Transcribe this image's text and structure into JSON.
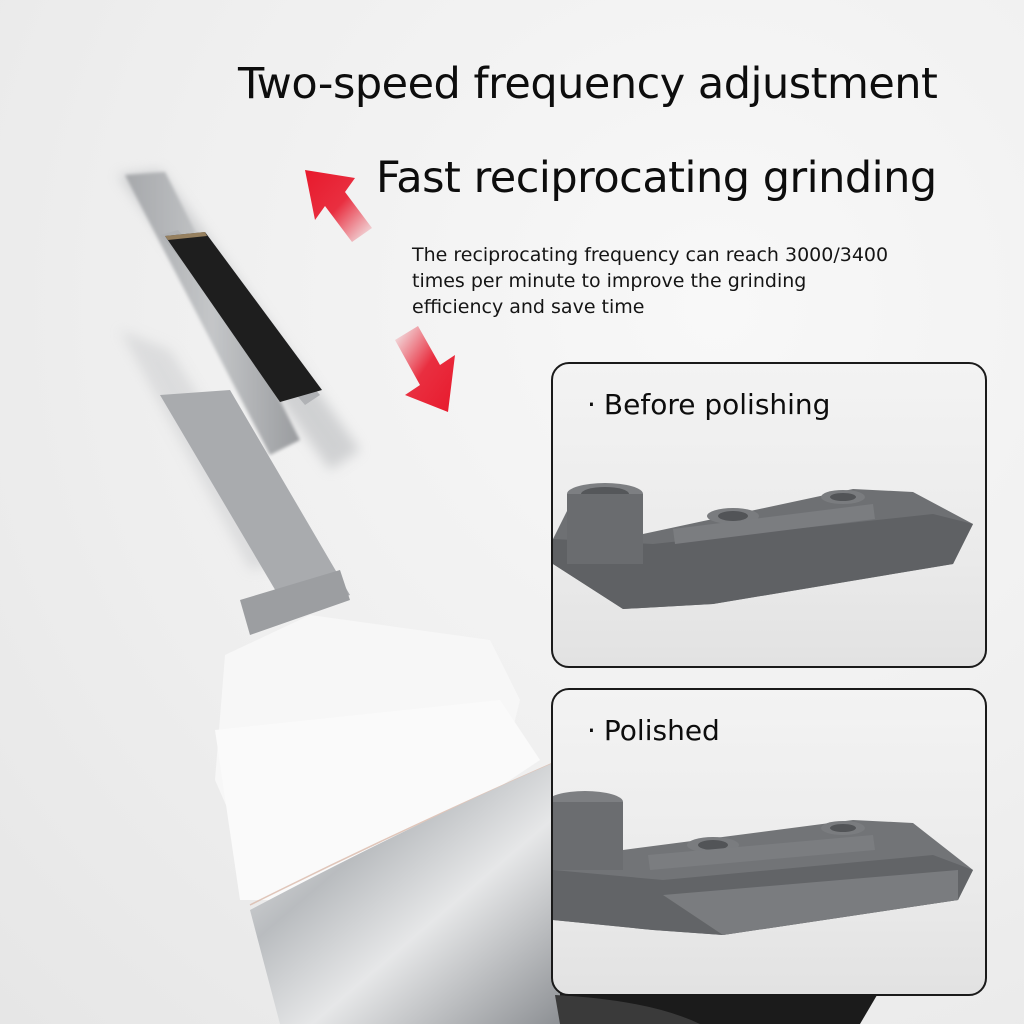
{
  "headline": "Two-speed frequency adjustment",
  "subheadline": "Fast reciprocating grinding",
  "description": {
    "lines": [
      "The reciprocating frequency can reach 3000/3400",
      "times per minute to improve the grinding",
      "efficiency and save time"
    ]
  },
  "arrows": {
    "up": "arrow-up-left",
    "down": "arrow-down-right",
    "color": "#e8192c"
  },
  "comparison": {
    "before": {
      "bullet": "·",
      "label": "Before polishing"
    },
    "after": {
      "bullet": "·",
      "label": "Polished"
    }
  },
  "colors": {
    "background": "#efefef",
    "text": "#0d0d0d",
    "panel_border": "#1a1a1a",
    "part_gray": "#6e7073",
    "sandpaper": "#1e1e1e"
  }
}
